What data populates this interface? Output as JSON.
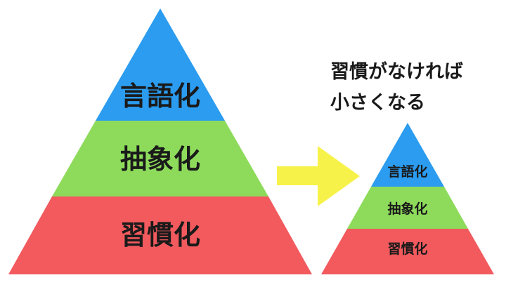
{
  "large_pyramid": {
    "top": {
      "label": "言語化",
      "color": "#2b9cf0"
    },
    "middle": {
      "label": "抽象化",
      "color": "#8edb5c"
    },
    "bottom": {
      "label": "習慣化",
      "color": "#f25a5e"
    }
  },
  "small_pyramid": {
    "top": {
      "label": "言語化",
      "color": "#2b9cf0"
    },
    "middle": {
      "label": "抽象化",
      "color": "#8edb5c"
    },
    "bottom": {
      "label": "習慣化",
      "color": "#f25a5e"
    }
  },
  "caption": {
    "line1": "習慣がなければ",
    "line2": "小さくなる"
  },
  "arrow": {
    "color": "#f7f24a"
  }
}
